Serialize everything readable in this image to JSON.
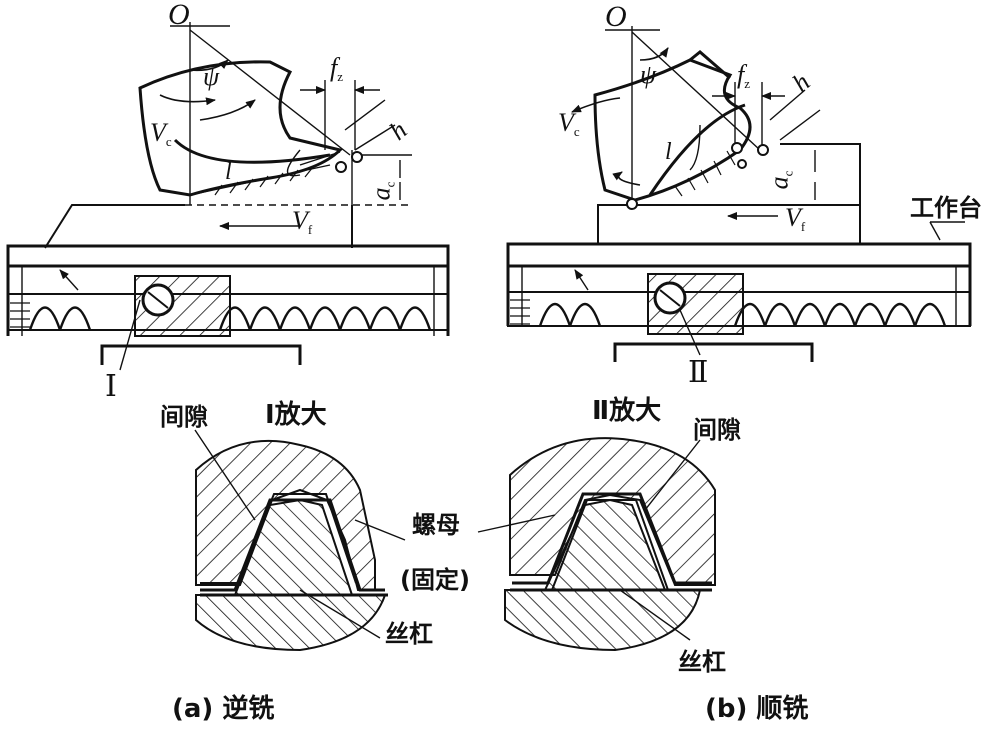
{
  "figure_a": {
    "caption": "(a) 逆铣",
    "label_O": "O",
    "label_psi": "ψ",
    "label_vc": "V",
    "label_vc_sub": "c",
    "label_fz": "f",
    "label_fz_sub": "z",
    "label_h": "h",
    "label_l": "l",
    "label_ac": "a",
    "label_ac_sub": "c",
    "label_vf": "V",
    "label_vf_sub": "f",
    "mark": "Ⅰ",
    "detail_title": "Ⅰ放大",
    "gap_label": "间隙",
    "screw_label": "丝杠"
  },
  "figure_b": {
    "caption": "(b) 顺铣",
    "label_O": "O",
    "label_psi": "ψ",
    "label_vc": "V",
    "label_vc_sub": "c",
    "label_fz": "f",
    "label_fz_sub": "z",
    "label_h": "h",
    "label_l": "l",
    "label_ac": "a",
    "label_ac_sub": "c",
    "label_vf": "V",
    "label_vf_sub": "f",
    "mark": "Ⅱ",
    "detail_title": "Ⅱ放大",
    "gap_label": "间隙",
    "screw_label": "丝杠",
    "table_label": "工作台"
  },
  "shared": {
    "nut_label": "螺母",
    "nut_note": "(固定)"
  }
}
